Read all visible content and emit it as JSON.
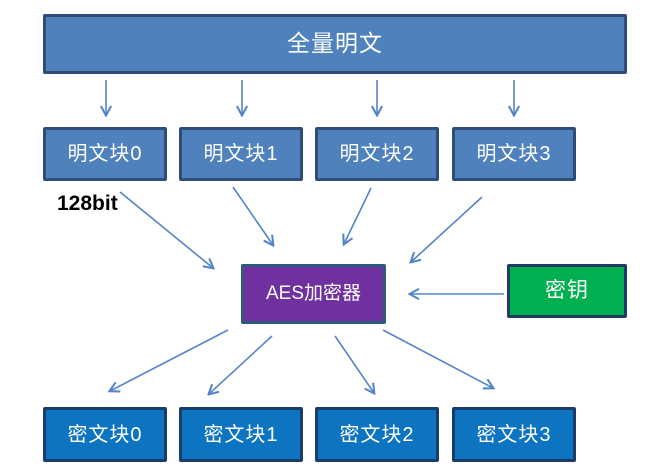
{
  "canvas": {
    "background": "#ffffff"
  },
  "colors": {
    "arrow": "#5585C8",
    "plaintext_fill": "#4F81BD",
    "plaintext_border": "#2E4E79",
    "aes_fill": "#7030A0",
    "aes_border": "#2E5A7D",
    "key_fill": "#00B050",
    "key_border": "#1F3C66",
    "cipher_fill": "#0D74C2",
    "cipher_border": "#1B3C6B",
    "annotation_color": "#000000"
  },
  "nodes": {
    "plaintext_full": {
      "label": "全量明文"
    },
    "plaintext_blocks": [
      {
        "label": "明文块0"
      },
      {
        "label": "明文块1"
      },
      {
        "label": "明文块2"
      },
      {
        "label": "明文块3"
      }
    ],
    "aes_encryptor": {
      "label": "AES加密器"
    },
    "key": {
      "label": "密钥"
    },
    "cipher_blocks": [
      {
        "label": "密文块0"
      },
      {
        "label": "密文块1"
      },
      {
        "label": "密文块2"
      },
      {
        "label": "密文块3"
      }
    ]
  },
  "annotations": {
    "block_size_label": "128bit"
  }
}
